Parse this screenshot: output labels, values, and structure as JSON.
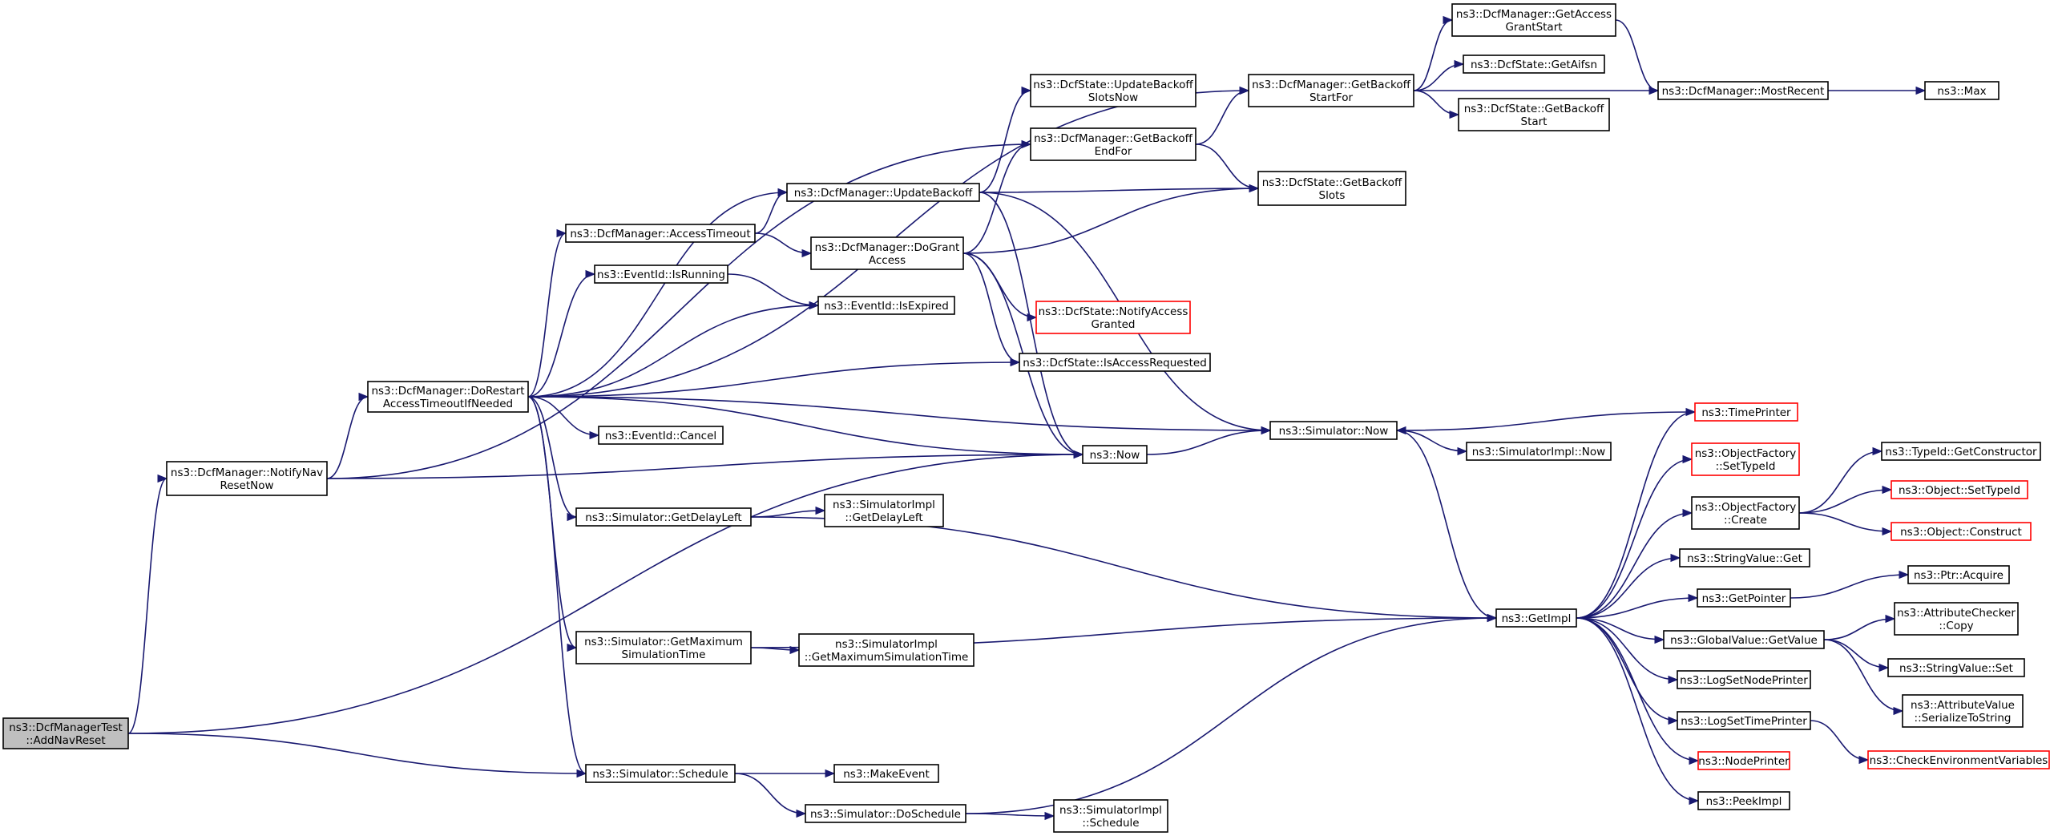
{
  "colors": {
    "edge": "#191970",
    "node_border": "#000000",
    "truncated_border": "#ff0000",
    "root_fill": "#bfbfbf",
    "background": "#ffffff"
  },
  "nodes": [
    {
      "id": "root",
      "lines": [
        "ns3::DcfManagerTest",
        "::AddNavReset"
      ],
      "style": "root"
    },
    {
      "id": "notifyNav",
      "lines": [
        "ns3::DcfManager::NotifyNav",
        "ResetNow"
      ]
    },
    {
      "id": "doRestart",
      "lines": [
        "ns3::DcfManager::DoRestart",
        "AccessTimeoutIfNeeded"
      ]
    },
    {
      "id": "accessTimeout",
      "lines": [
        "ns3::DcfManager::AccessTimeout"
      ]
    },
    {
      "id": "evIsRunning",
      "lines": [
        "ns3::EventId::IsRunning"
      ]
    },
    {
      "id": "evIsExpired",
      "lines": [
        "ns3::EventId::IsExpired"
      ]
    },
    {
      "id": "evCancel",
      "lines": [
        "ns3::EventId::Cancel"
      ]
    },
    {
      "id": "getDelayLeft",
      "lines": [
        "ns3::Simulator::GetDelayLeft"
      ]
    },
    {
      "id": "implGetDelayLeft",
      "lines": [
        "ns3::SimulatorImpl",
        "::GetDelayLeft"
      ]
    },
    {
      "id": "getMaxSim",
      "lines": [
        "ns3::Simulator::GetMaximum",
        "SimulationTime"
      ]
    },
    {
      "id": "implGetMaxSim",
      "lines": [
        "ns3::SimulatorImpl",
        "::GetMaximumSimulationTime"
      ]
    },
    {
      "id": "schedule",
      "lines": [
        "ns3::Simulator::Schedule"
      ]
    },
    {
      "id": "makeEvent",
      "lines": [
        "ns3::MakeEvent"
      ]
    },
    {
      "id": "doSchedule",
      "lines": [
        "ns3::Simulator::DoSchedule"
      ]
    },
    {
      "id": "implSchedule",
      "lines": [
        "ns3::SimulatorImpl",
        "::Schedule"
      ]
    },
    {
      "id": "updateBackoff",
      "lines": [
        "ns3::DcfManager::UpdateBackoff"
      ]
    },
    {
      "id": "doGrant",
      "lines": [
        "ns3::DcfManager::DoGrant",
        "Access"
      ]
    },
    {
      "id": "notifyAccessGranted",
      "lines": [
        "ns3::DcfState::NotifyAccess",
        "Granted"
      ],
      "style": "red"
    },
    {
      "id": "isAccessRequested",
      "lines": [
        "ns3::DcfState::IsAccessRequested"
      ]
    },
    {
      "id": "updateBackoffSlots",
      "lines": [
        "ns3::DcfState::UpdateBackoff",
        "SlotsNow"
      ]
    },
    {
      "id": "getBackoffEndFor",
      "lines": [
        "ns3::DcfManager::GetBackoff",
        "EndFor"
      ]
    },
    {
      "id": "getBackoffStartFor",
      "lines": [
        "ns3::DcfManager::GetBackoff",
        "StartFor"
      ]
    },
    {
      "id": "getBackoffSlots",
      "lines": [
        "ns3::DcfState::GetBackoff",
        "Slots"
      ]
    },
    {
      "id": "getAccessGrantStart",
      "lines": [
        "ns3::DcfManager::GetAccess",
        "GrantStart"
      ]
    },
    {
      "id": "getAifsn",
      "lines": [
        "ns3::DcfState::GetAifsn"
      ]
    },
    {
      "id": "getBackoffStart",
      "lines": [
        "ns3::DcfState::GetBackoff",
        "Start"
      ]
    },
    {
      "id": "mostRecent",
      "lines": [
        "ns3::DcfManager::MostRecent"
      ]
    },
    {
      "id": "max",
      "lines": [
        "ns3::Max"
      ]
    },
    {
      "id": "now",
      "lines": [
        "ns3::Now"
      ]
    },
    {
      "id": "simNow",
      "lines": [
        "ns3::Simulator::Now"
      ]
    },
    {
      "id": "implNow",
      "lines": [
        "ns3::SimulatorImpl::Now"
      ]
    },
    {
      "id": "timePrinter",
      "lines": [
        "ns3::TimePrinter"
      ],
      "style": "red"
    },
    {
      "id": "getImpl",
      "lines": [
        "ns3::GetImpl"
      ]
    },
    {
      "id": "ofSetTypeId",
      "lines": [
        "ns3::ObjectFactory",
        "::SetTypeId"
      ],
      "style": "red"
    },
    {
      "id": "ofCreate",
      "lines": [
        "ns3::ObjectFactory",
        "::Create"
      ]
    },
    {
      "id": "typeIdGetCtor",
      "lines": [
        "ns3::TypeId::GetConstructor"
      ]
    },
    {
      "id": "objSetTypeId",
      "lines": [
        "ns3::Object::SetTypeId"
      ],
      "style": "red"
    },
    {
      "id": "objConstruct",
      "lines": [
        "ns3::Object::Construct"
      ],
      "style": "red"
    },
    {
      "id": "stringValueGet",
      "lines": [
        "ns3::StringValue::Get"
      ]
    },
    {
      "id": "getPointer",
      "lines": [
        "ns3::GetPointer"
      ]
    },
    {
      "id": "ptrAcquire",
      "lines": [
        "ns3::Ptr::Acquire"
      ]
    },
    {
      "id": "globalGetValue",
      "lines": [
        "ns3::GlobalValue::GetValue"
      ]
    },
    {
      "id": "attrCheckerCopy",
      "lines": [
        "ns3::AttributeChecker",
        "::Copy"
      ]
    },
    {
      "id": "stringValueSet",
      "lines": [
        "ns3::StringValue::Set"
      ]
    },
    {
      "id": "attrValueSerialize",
      "lines": [
        "ns3::AttributeValue",
        "::SerializeToString"
      ]
    },
    {
      "id": "logSetNodePrinter",
      "lines": [
        "ns3::LogSetNodePrinter"
      ]
    },
    {
      "id": "logSetTimePrinter",
      "lines": [
        "ns3::LogSetTimePrinter"
      ]
    },
    {
      "id": "checkEnvVars",
      "lines": [
        "ns3::CheckEnvironmentVariables"
      ],
      "style": "red"
    },
    {
      "id": "nodePrinter",
      "lines": [
        "ns3::NodePrinter"
      ],
      "style": "red"
    },
    {
      "id": "peekImpl",
      "lines": [
        "ns3::PeekImpl"
      ]
    }
  ],
  "edges": [
    {
      "from": "root",
      "to": "notifyNav"
    },
    {
      "from": "root",
      "to": "now"
    },
    {
      "from": "root",
      "to": "schedule"
    },
    {
      "from": "notifyNav",
      "to": "doRestart"
    },
    {
      "from": "notifyNav",
      "to": "getBackoffEndFor"
    },
    {
      "from": "notifyNav",
      "to": "now"
    },
    {
      "from": "doRestart",
      "to": "accessTimeout"
    },
    {
      "from": "doRestart",
      "to": "updateBackoff"
    },
    {
      "from": "doRestart",
      "to": "evIsRunning"
    },
    {
      "from": "doRestart",
      "to": "evIsExpired"
    },
    {
      "from": "doRestart",
      "to": "isAccessRequested"
    },
    {
      "from": "doRestart",
      "to": "evCancel"
    },
    {
      "from": "doRestart",
      "to": "getDelayLeft"
    },
    {
      "from": "doRestart",
      "to": "getMaxSim"
    },
    {
      "from": "doRestart",
      "to": "schedule"
    },
    {
      "from": "doRestart",
      "to": "now"
    },
    {
      "from": "doRestart",
      "to": "simNow"
    },
    {
      "from": "doRestart",
      "to": "getBackoffStartFor"
    },
    {
      "from": "accessTimeout",
      "to": "updateBackoff"
    },
    {
      "from": "accessTimeout",
      "to": "doGrant"
    },
    {
      "from": "evIsRunning",
      "to": "evIsExpired"
    },
    {
      "from": "getDelayLeft",
      "to": "implGetDelayLeft"
    },
    {
      "from": "getDelayLeft",
      "to": "getImpl"
    },
    {
      "from": "getMaxSim",
      "to": "implGetMaxSim"
    },
    {
      "from": "getMaxSim",
      "to": "getImpl"
    },
    {
      "from": "schedule",
      "to": "makeEvent"
    },
    {
      "from": "schedule",
      "to": "doSchedule"
    },
    {
      "from": "doSchedule",
      "to": "implSchedule"
    },
    {
      "from": "doSchedule",
      "to": "getImpl"
    },
    {
      "from": "updateBackoff",
      "to": "updateBackoffSlots"
    },
    {
      "from": "updateBackoff",
      "to": "getBackoffSlots"
    },
    {
      "from": "updateBackoff",
      "to": "simNow"
    },
    {
      "from": "updateBackoff",
      "to": "now"
    },
    {
      "from": "doGrant",
      "to": "getBackoffEndFor"
    },
    {
      "from": "doGrant",
      "to": "getBackoffSlots"
    },
    {
      "from": "doGrant",
      "to": "notifyAccessGranted"
    },
    {
      "from": "doGrant",
      "to": "isAccessRequested"
    },
    {
      "from": "doGrant",
      "to": "now"
    },
    {
      "from": "getBackoffEndFor",
      "to": "getBackoffStartFor"
    },
    {
      "from": "getBackoffEndFor",
      "to": "getBackoffSlots"
    },
    {
      "from": "getBackoffStartFor",
      "to": "getAccessGrantStart"
    },
    {
      "from": "getBackoffStartFor",
      "to": "getAifsn"
    },
    {
      "from": "getBackoffStartFor",
      "to": "getBackoffStart"
    },
    {
      "from": "getBackoffStartFor",
      "to": "mostRecent"
    },
    {
      "from": "getAccessGrantStart",
      "to": "mostRecent"
    },
    {
      "from": "mostRecent",
      "to": "max"
    },
    {
      "from": "now",
      "to": "simNow"
    },
    {
      "from": "simNow",
      "to": "implNow"
    },
    {
      "from": "simNow",
      "to": "getImpl"
    },
    {
      "from": "timePrinter",
      "to": "simNow"
    },
    {
      "from": "getImpl",
      "to": "timePrinter"
    },
    {
      "from": "getImpl",
      "to": "ofSetTypeId"
    },
    {
      "from": "getImpl",
      "to": "ofCreate"
    },
    {
      "from": "getImpl",
      "to": "stringValueGet"
    },
    {
      "from": "getImpl",
      "to": "getPointer"
    },
    {
      "from": "getImpl",
      "to": "globalGetValue"
    },
    {
      "from": "getImpl",
      "to": "logSetNodePrinter"
    },
    {
      "from": "getImpl",
      "to": "logSetTimePrinter"
    },
    {
      "from": "getImpl",
      "to": "nodePrinter"
    },
    {
      "from": "getImpl",
      "to": "peekImpl"
    },
    {
      "from": "ofCreate",
      "to": "typeIdGetCtor"
    },
    {
      "from": "ofCreate",
      "to": "objSetTypeId"
    },
    {
      "from": "ofCreate",
      "to": "objConstruct"
    },
    {
      "from": "getPointer",
      "to": "ptrAcquire"
    },
    {
      "from": "globalGetValue",
      "to": "attrCheckerCopy"
    },
    {
      "from": "globalGetValue",
      "to": "stringValueSet"
    },
    {
      "from": "globalGetValue",
      "to": "attrValueSerialize"
    },
    {
      "from": "logSetTimePrinter",
      "to": "checkEnvVars"
    }
  ]
}
